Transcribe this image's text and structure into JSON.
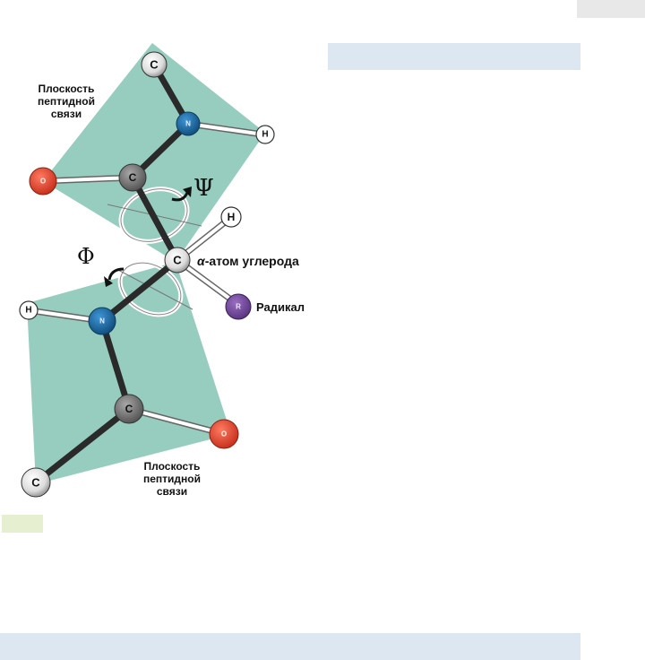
{
  "plane_top": {
    "line1": "Плоскость",
    "line2": "пептидной",
    "line3": "связи"
  },
  "plane_bottom": {
    "line1": "Плоскость",
    "line2": "пептидной",
    "line3": "связи"
  },
  "alpha_label": {
    "greek": "α",
    "rest": "-атом углерода"
  },
  "radical_label": "Радикал",
  "psi_symbol": "Ψ",
  "phi_symbol": "Φ",
  "atoms": {
    "c_top": "C",
    "n_top": "N",
    "h_top": "H",
    "o_top": "O",
    "c_carbonyl_top": "C",
    "c_alpha": "C",
    "h_alpha": "H",
    "r_radical": "R",
    "h_bottom": "H",
    "n_bottom": "N",
    "c_carbonyl_bottom": "C",
    "o_bottom": "O",
    "c_bottom": "C"
  },
  "colors": {
    "plane": "#8cc8b8",
    "nitrogen": "#1f6fb0",
    "oxygen": "#e8503a",
    "carbon": "#7a7a7a",
    "radical": "#7b4fa0",
    "bond": "#2a2a2a"
  }
}
